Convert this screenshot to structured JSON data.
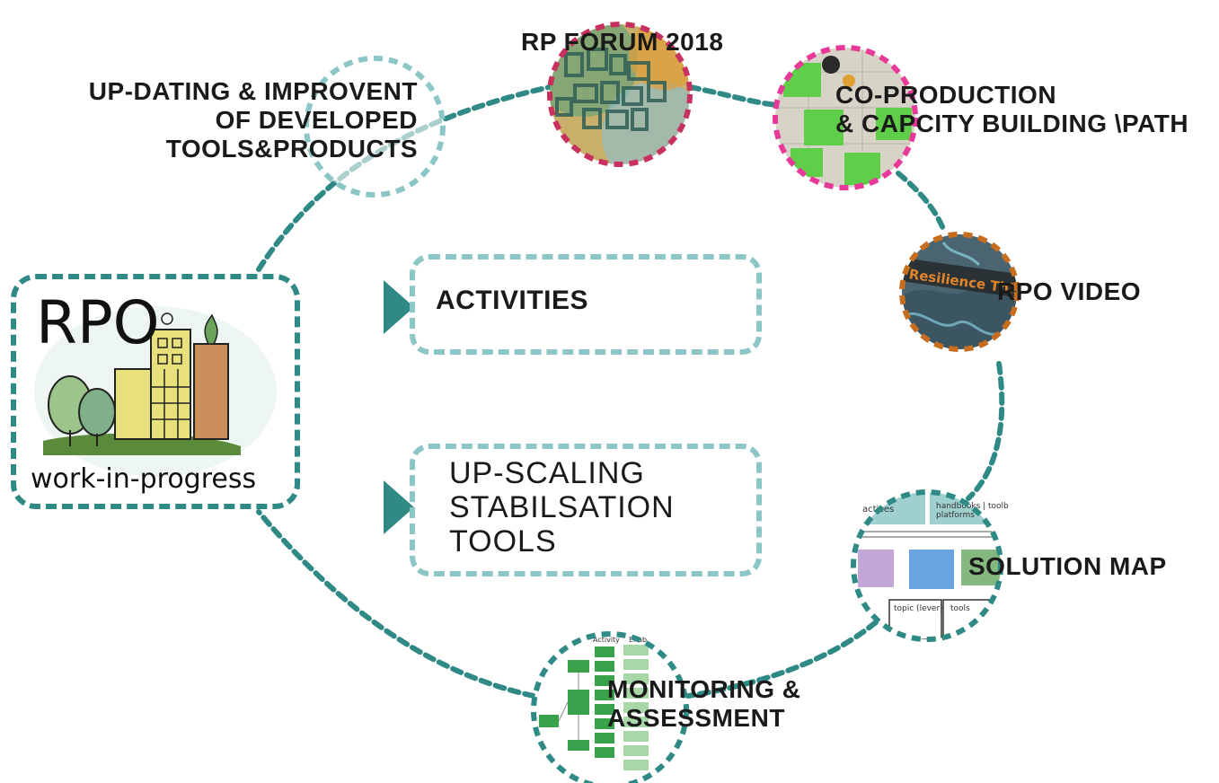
{
  "center": {
    "activities": "ACTIVITIES",
    "upscaling": "UP-SCALING\nSTABILSATION\nTOOLS"
  },
  "rpo": {
    "title": "RPO",
    "subtitle": "work-in-progress"
  },
  "nodes": {
    "updating": "UP-DATING & IMPROVENT\nOF DEVELOPED\nTOOLS&PRODUCTS",
    "forum": "RP FORUM 2018",
    "coproduction": "CO-PRODUCTION\n& CAPCITY BUILDING \\PATH",
    "video": "RPO VIDEO",
    "video_image_text": "Resilience Thi",
    "solution": "SOLUTION MAP",
    "solution_image_text_1": "actices",
    "solution_image_text_2": "handbooks | toolb\nplatforms",
    "solution_image_text_3": "topic (lever)",
    "solution_image_text_4": "tools",
    "monitoring": "MONITORING &\nASSESSMENT",
    "monitoring_image_text_1": "Activity",
    "monitoring_image_text_2": "Enab"
  },
  "colors": {
    "teal_dark": "#2f8a86",
    "teal_light": "#8cc6c6",
    "forum_border": "#c8305e",
    "coproduction_border": "#e8389a",
    "video_border": "#c86c1e",
    "green_note": "#5fcf4a"
  }
}
